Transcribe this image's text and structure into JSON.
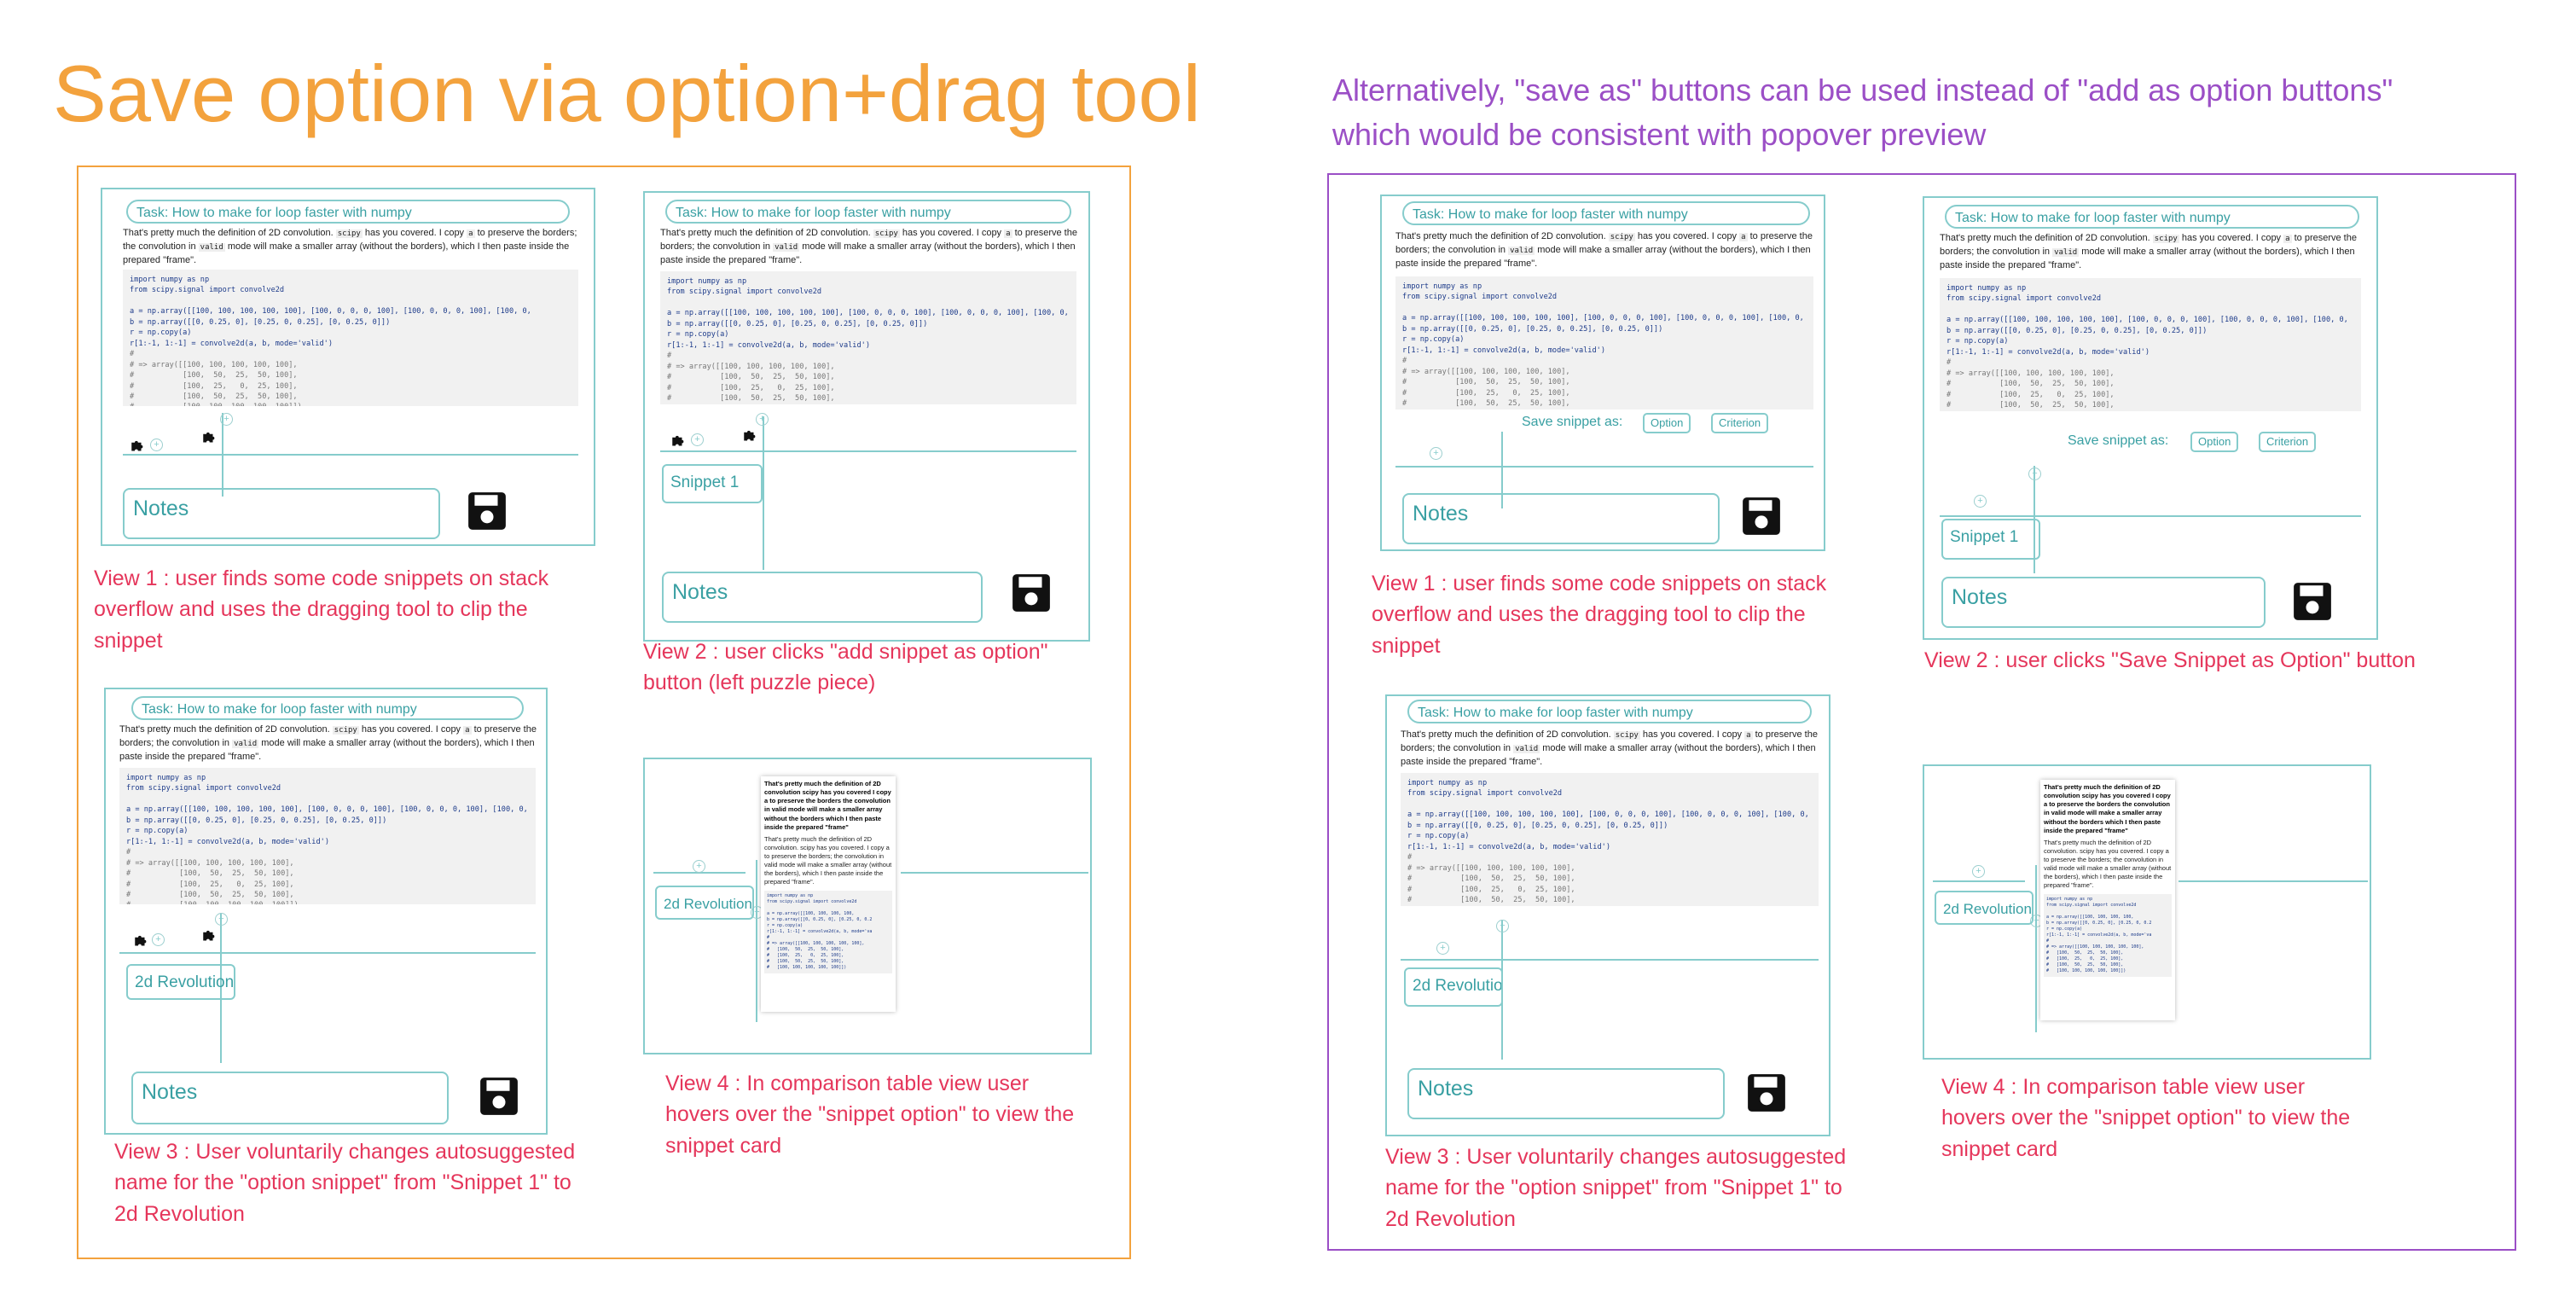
{
  "titles": {
    "left": "Save option via option+drag tool",
    "right_line1": "Alternatively,  \"save as\" buttons can be used instead of \"add as option buttons\"",
    "right_line2": "which would be consistent with popover preview"
  },
  "common": {
    "task_title": "Task: How to make for loop faster with numpy",
    "paragraph_before_1": "That's pretty much the definition of 2D convolution. ",
    "paragraph_code_1": "scipy",
    "paragraph_mid_1": " has you covered. I copy ",
    "paragraph_code_2": "a",
    "paragraph_mid_2": " to preserve the borders; the convolution in ",
    "paragraph_code_3": "valid",
    "paragraph_after": " mode will make a smaller array (without the borders), which I then paste inside the prepared \"frame\".",
    "code_main": "import numpy as np\nfrom scipy.signal import convolve2d\n\na = np.array([[100, 100, 100, 100, 100], [100, 0, 0, 0, 100], [100, 0, 0, 0, 100], [100, 0,\nb = np.array([[0, 0.25, 0], [0.25, 0, 0.25], [0, 0.25, 0]])\nr = np.copy(a)\nr[1:-1, 1:-1] = convolve2d(a, b, mode='valid')",
    "code_comment": "#\n# => array([[100, 100, 100, 100, 100],\n#           [100,  50,  25,  50, 100],\n#           [100,  25,   0,  25, 100],\n#           [100,  50,  25,  50, 100],\n#           [100, 100, 100, 100, 100]])",
    "notes_label": "Notes",
    "snippet_default": "Snippet 1",
    "snippet_renamed": "2d Revolution",
    "save_snippet_as": "Save snippet as:",
    "option_button": "Option",
    "criterion_button": "Criterion",
    "card_bold": "That's pretty much the definition of 2D convolution scipy has you covered I copy a to preserve the borders the convolution in valid mode will make a smaller array without the borders which I then paste inside the prepared \"frame\"",
    "card_para": "That's pretty much the definition of 2D convolution. scipy has you covered. I copy a to preserve the borders; the convolution in valid mode will make a smaller array (without the borders), which I then paste inside the prepared \"frame\".",
    "card_code": "import numpy as np\nfrom scipy.signal import convolve2d\n\na = np.array([[100, 100, 100, 100,\nb = np.array([[0, 0.25, 0], [0.25, 0, 0.2\nr = np.copy(a)\nr[1:-1, 1:-1] = convolve2d(a, b, mode='va\n#\n# => array([[100, 100, 100, 100, 100],\n#   [100,  50,  25,  50, 100],\n#   [100,  25,   0,  25, 100],\n#   [100,  50,  25,  50, 100],\n#   [100, 100, 100, 100, 100]])"
  },
  "captions": {
    "view1": "View 1 : user finds some code snippets on stack overflow and uses the dragging tool to clip the snippet",
    "view2_left": "View 2 : user clicks \"add snippet as option\" button (left puzzle piece)",
    "view3": "View 3 : User voluntarily changes autosuggested name for the \"option snippet\" from \"Snippet 1\" to 2d Revolution",
    "view4": "View 4 : In comparison table view user hovers over the \"snippet option\" to view the snippet card",
    "view2_right": "View 2 : user clicks  \"Save Snippet as Option\" button"
  },
  "colors": {
    "orange": "#f3a23d",
    "purple": "#9b4fc6",
    "teal": "#86cccc",
    "caption_red": "#e5365b"
  },
  "icons": [
    "puzzle-icon",
    "plus-circle-icon",
    "floppy-disk-save-icon"
  ]
}
